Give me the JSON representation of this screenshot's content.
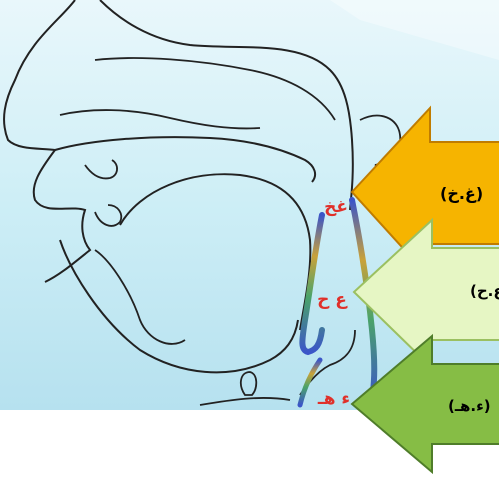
{
  "colors": {
    "background_top": "#e9f7fb",
    "background_mid": "#cdeef6",
    "background_bottom": "#b6e1ef",
    "page": "#ffffff",
    "outline": "#222222",
    "label_red": "#e0302a",
    "arrow_orange": "#f6b400",
    "arrow_orange_border": "#c07c00",
    "arrow_lightgreen": "#e6f6c4",
    "arrow_lightgreen_border": "#9bc061",
    "arrow_green": "#86bd45",
    "arrow_green_border": "#4f7d2a",
    "tract_stripe": [
      "#3b55c8",
      "#c9a23a",
      "#4aa36a",
      "#b0447a"
    ]
  },
  "letters": {
    "top": "غخ",
    "middle": "ع ح",
    "bottom": "ء هـ"
  },
  "arrows": [
    {
      "label": "(غ.خ)"
    },
    {
      "label": "(ع.ح)"
    },
    {
      "label": "(ء.هـ)"
    }
  ]
}
